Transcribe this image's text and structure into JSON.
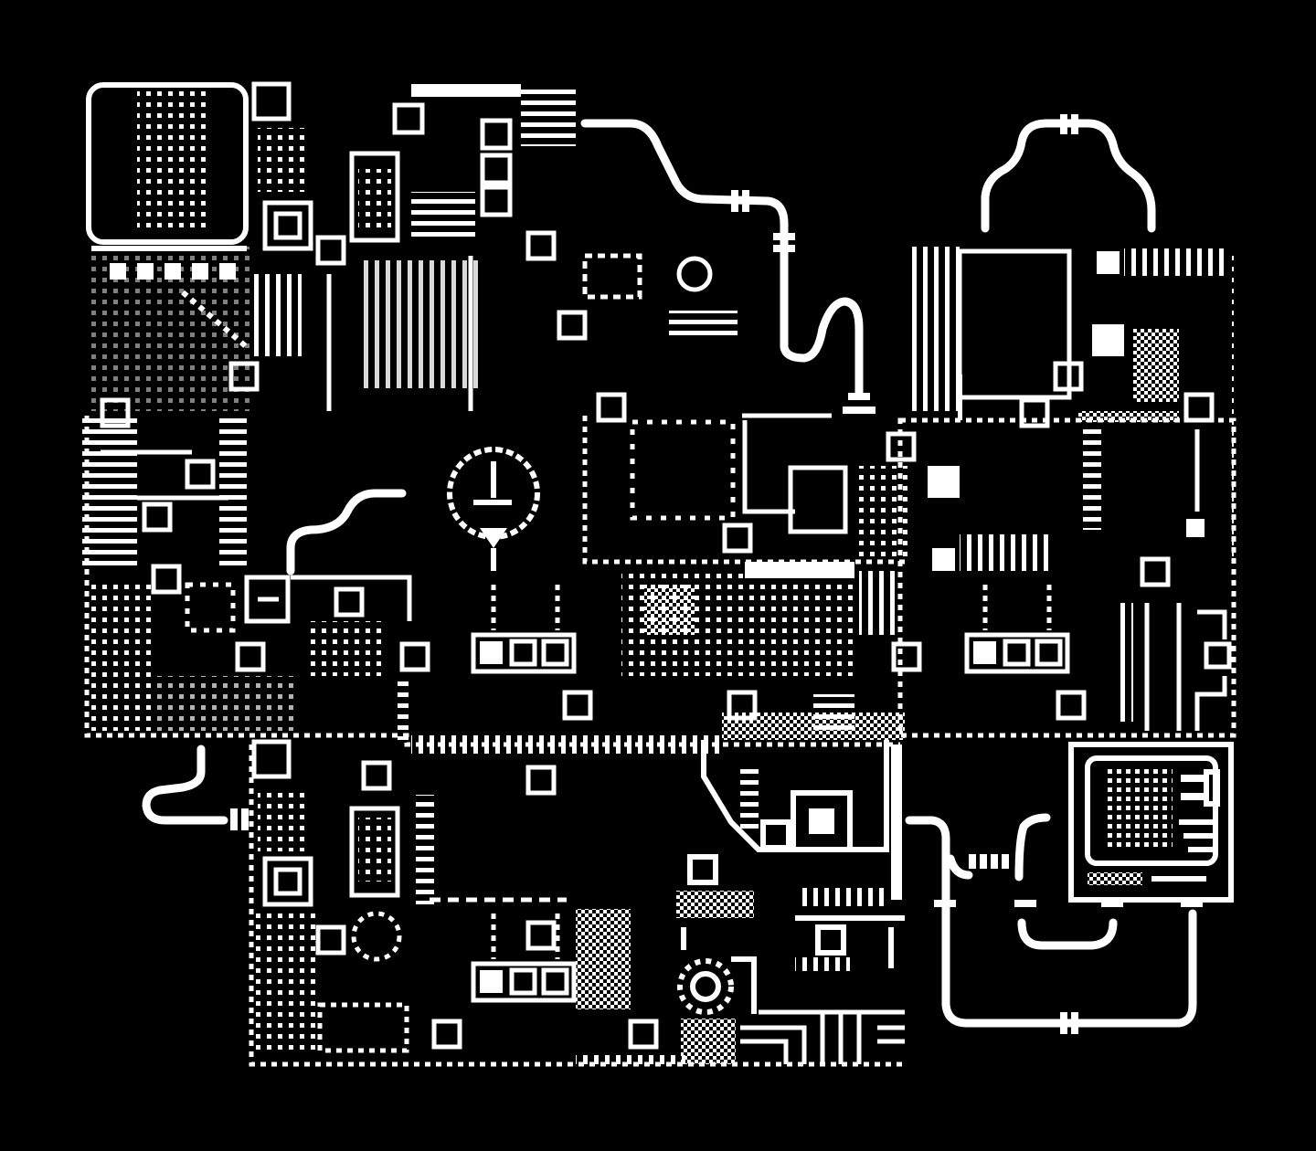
{
  "scene": {
    "background_color": "#000000",
    "ink_color": "#ffffff",
    "style": "1-bit pixel-art circuit board / machinery",
    "icons": [
      "monitor-icon",
      "clock-gauge-icon",
      "cooling-pipe-icon",
      "machine-panel-icon",
      "chip-icon",
      "vent-grille-icon",
      "connector-node-icon",
      "cog-icon",
      "terminal-console-icon"
    ]
  },
  "modules": [
    {
      "id": "monitor-top-left",
      "icon": "monitor-icon"
    },
    {
      "id": "server-rack-top",
      "icon": "vent-grille-icon"
    },
    {
      "id": "pipe-top",
      "icon": "cooling-pipe-icon"
    },
    {
      "id": "pipe-top-right-loop",
      "icon": "cooling-pipe-icon"
    },
    {
      "id": "gauge-center",
      "icon": "clock-gauge-icon"
    },
    {
      "id": "panel-center",
      "icon": "machine-panel-icon"
    },
    {
      "id": "panel-right",
      "icon": "machine-panel-icon"
    },
    {
      "id": "panel-bottom",
      "icon": "machine-panel-icon"
    },
    {
      "id": "chip-bottom-center",
      "icon": "chip-icon"
    },
    {
      "id": "cog-bottom",
      "icon": "cog-icon"
    },
    {
      "id": "console-bottom-right",
      "icon": "terminal-console-icon"
    },
    {
      "id": "pipe-bottom-right-loop",
      "icon": "cooling-pipe-icon"
    }
  ]
}
